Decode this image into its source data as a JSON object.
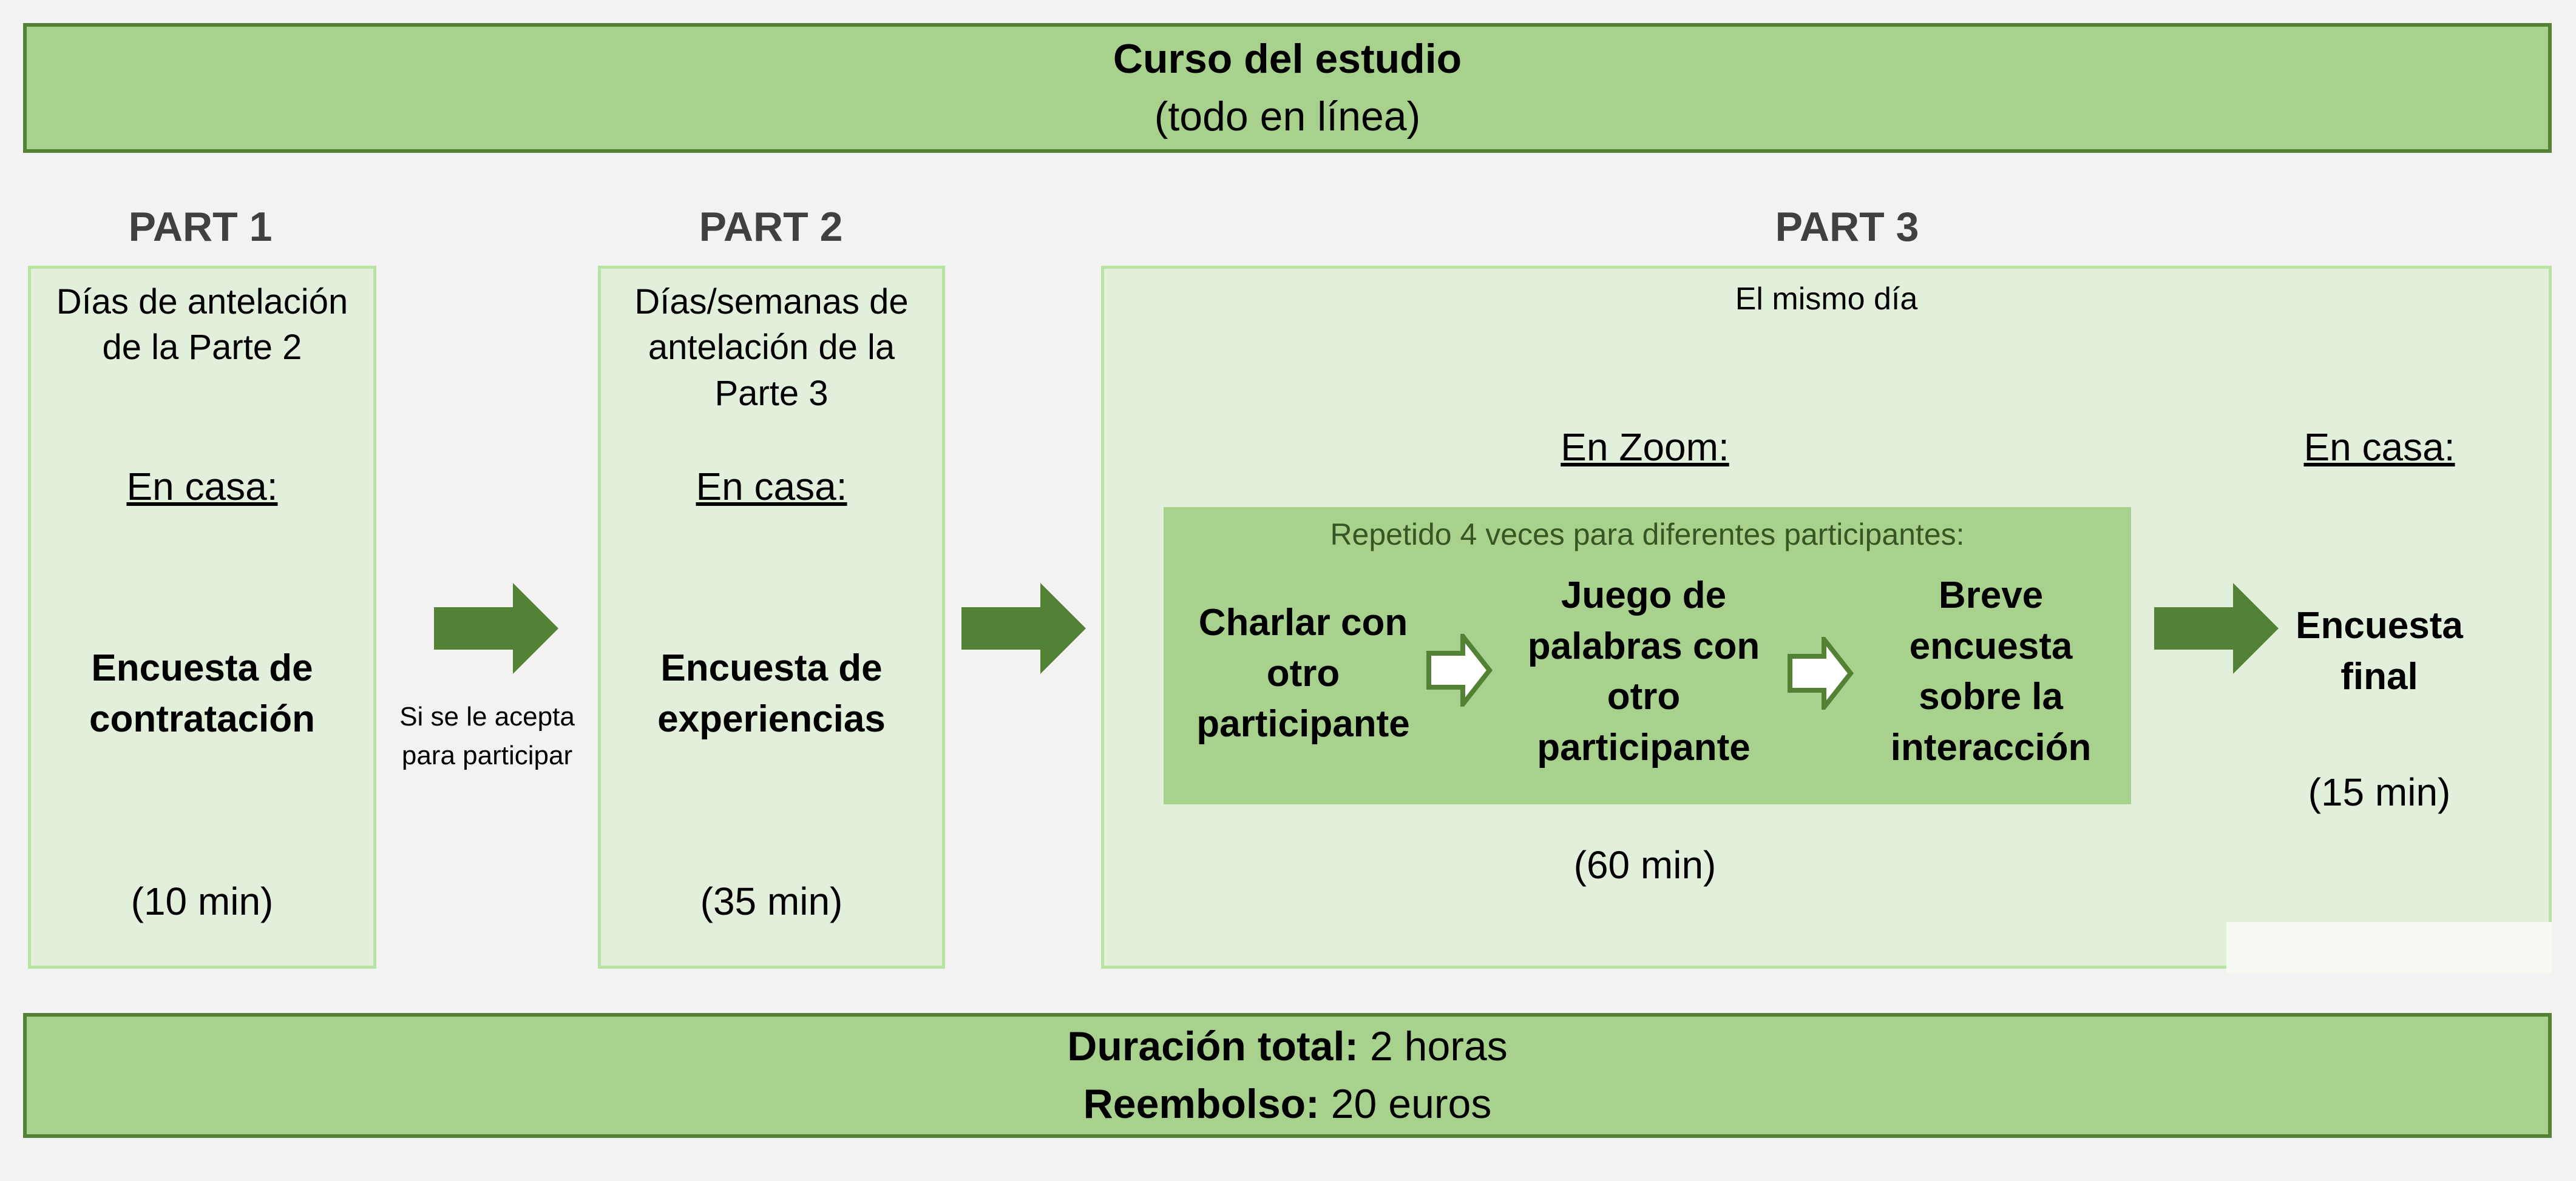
{
  "header": {
    "title": "Curso del estudio",
    "subtitle": "(todo en línea)"
  },
  "parts": [
    {
      "label": "PART 1",
      "timing": "Días de antelación de la Parte 2",
      "location": "En casa:",
      "task": "Encuesta de contratación",
      "duration": "(10 min)"
    },
    {
      "label": "PART 2",
      "timing": "Días/semanas de antelación de la Parte 3",
      "location": "En casa:",
      "task": "Encuesta de experiencias",
      "duration": "(35 min)"
    },
    {
      "label": "PART 3",
      "timing": "El mismo día",
      "zoom_location": "En Zoom:",
      "repeat_note": "Repetido 4 veces para diferentes participantes:",
      "steps": [
        "Charlar con otro participante",
        "Juego de palabras con otro participante",
        "Breve encuesta sobre la interacción"
      ],
      "zoom_duration": "(60 min)",
      "home_location": "En casa:",
      "home_task": "Encuesta final",
      "home_duration": "(15 min)"
    }
  ],
  "transition_note": "Si se le acepta para participar",
  "footer": {
    "duration_label": "Duración total:",
    "duration_value": " 2 horas",
    "reimbursement_label": "Reembolso:",
    "reimbursement_value": " 20 euros"
  },
  "colors": {
    "bar": "#a9d18e",
    "border": "#548235",
    "box": "#e2efda",
    "arrow": "#538135"
  }
}
